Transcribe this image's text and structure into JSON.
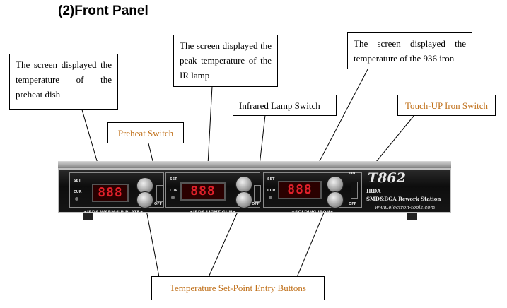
{
  "title": "(2)Front Panel",
  "callouts": {
    "preheat_display": "The screen displayed the temperature of the preheat dish",
    "ir_display": "The screen displayed the peak temperature of the IR lamp",
    "iron_display": "The screen displayed the temperature of the 936 iron",
    "preheat_switch": "Preheat Switch",
    "ir_switch": "Infrared Lamp Switch",
    "iron_switch": "Touch-UP Iron Switch",
    "setpoint_buttons": "Temperature Set-Point Entry Buttons"
  },
  "device": {
    "displays": [
      "888",
      "888",
      "888"
    ],
    "labels": {
      "set": "SET",
      "cur": "CUR",
      "on": "ON",
      "off": "OFF",
      "warmup": "✦IRDA WARM-UP PLATE✦",
      "lightgun": "✦IRDA LIGHT GUN✦",
      "iron": "✦SOLDING IRON✦"
    },
    "brand": {
      "model": "T862",
      "sub1": "IRDA",
      "sub2": "SMD&BGA Rework Station",
      "url": "www.electron-tools.com"
    }
  },
  "colors": {
    "callout_accent": "#c0701a",
    "display_digits": "#e0202a"
  }
}
